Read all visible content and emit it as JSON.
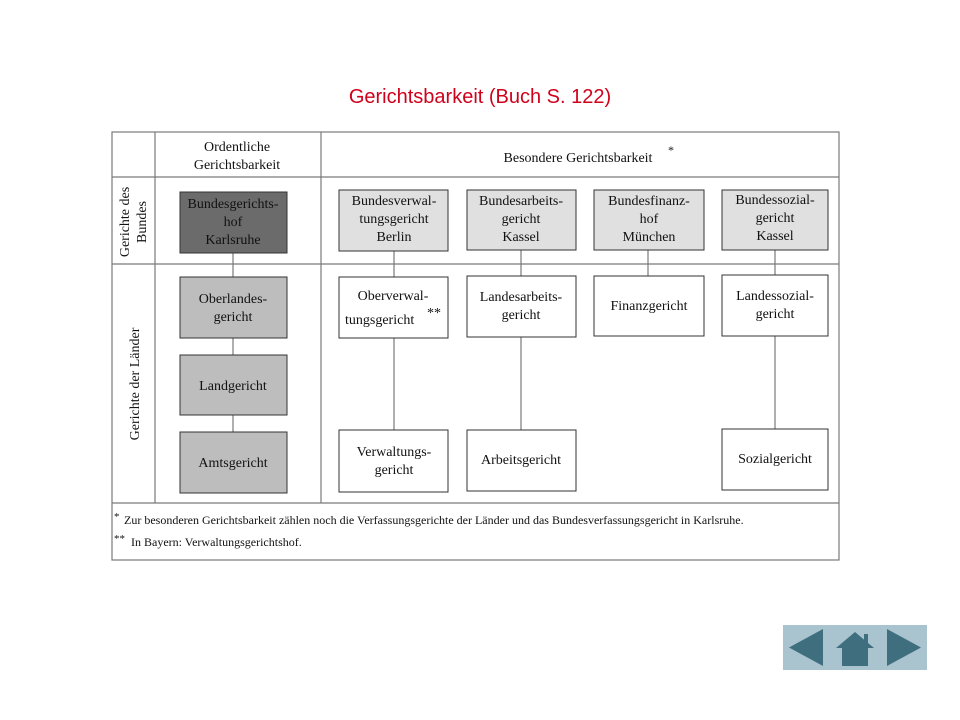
{
  "title": "Gerichtsbarkeit (Buch S. 122)",
  "headers": {
    "ordentliche_line1": "Ordentliche",
    "ordentliche_line2": "Gerichtsbarkeit",
    "besondere": "Besondere Gerichtsbarkeit",
    "besondere_mark": "*"
  },
  "row_labels": {
    "bund_line1": "Gerichte des",
    "bund_line2": "Bundes",
    "laender": "Gerichte der Länder"
  },
  "courts": {
    "bgh_1": "Bundesgerichts-",
    "bgh_2": "hof",
    "bgh_3": "Karlsruhe",
    "olg_1": "Oberlandes-",
    "olg_2": "gericht",
    "lg": "Landgericht",
    "ag": "Amtsgericht",
    "bverwg_1": "Bundesverwal-",
    "bverwg_2": "tungsgericht",
    "bverwg_3": "Berlin",
    "bag_1": "Bundesarbeits-",
    "bag_2": "gericht",
    "bag_3": "Kassel",
    "bfh_1": "Bundesfinanz-",
    "bfh_2": "hof",
    "bfh_3": "München",
    "bsg_1": "Bundessozial-",
    "bsg_2": "gericht",
    "bsg_3": "Kassel",
    "ovg_1": "Oberverwal-",
    "ovg_2": "tungsgericht",
    "ovg_mark": "**",
    "lag_1": "Landesarbeits-",
    "lag_2": "gericht",
    "fg": "Finanzgericht",
    "lsg_1": "Landessozial-",
    "lsg_2": "gericht",
    "vg_1": "Verwaltungs-",
    "vg_2": "gericht",
    "arbg": "Arbeitsgericht",
    "sg": "Sozialgericht"
  },
  "footnotes": {
    "note1_mark": "*",
    "note1_text": "Zur besonderen Gerichtsbarkeit zählen noch die Verfassungsgerichte der Länder und das Bundesverfassungsgericht in Karlsruhe.",
    "note2_mark": "**",
    "note2_text": "In Bayern: Verwaltungsgerichtshof."
  },
  "colors": {
    "title": "#d0021b",
    "box_dark": "#6b6b6b",
    "box_medium": "#bdbdbd",
    "box_light": "#e0e0e0",
    "box_white": "#ffffff",
    "lines": "#7a7a7a",
    "nav_bg": "#a9c3cf",
    "nav_icon": "#3f6f7f"
  },
  "navigation": {
    "prev": "arrow-left-icon",
    "home": "home-icon",
    "next": "arrow-right-icon"
  }
}
